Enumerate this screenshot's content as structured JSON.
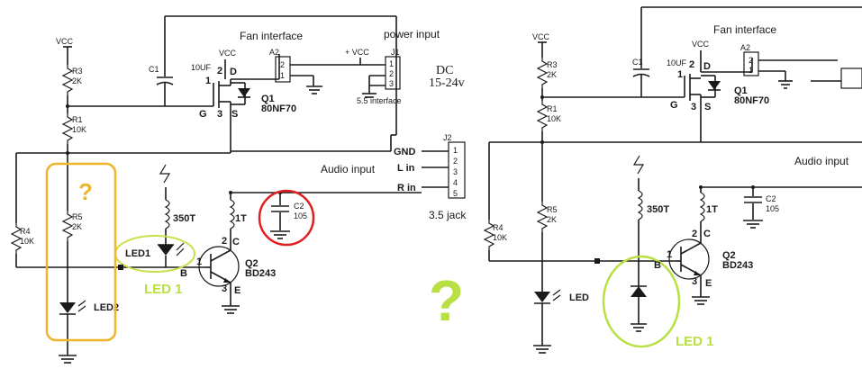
{
  "left": {
    "vcc1": "VCC",
    "vcc2": "VCC",
    "vcc3": "+ VCC",
    "r3_name": "R3",
    "r3_val": "2K",
    "r1_name": "R1",
    "r1_val": "10K",
    "r4_name": "R4",
    "r4_val": "10K",
    "r5_name": "R5",
    "r5_val": "2K",
    "c1_name": "C1",
    "c1_val": "10UF",
    "q1_name": "Q1",
    "q1_part": "80NF70",
    "pin_g": "G",
    "pin_d": "D",
    "pin_s": "S",
    "pin_1": "1",
    "pin_2": "2",
    "pin_3": "3",
    "fan_title": "Fan interface",
    "power_title": "power input",
    "a2": "A2",
    "j1": "J1",
    "j2": "J2",
    "a2_p1": "2",
    "a2_p2": "1",
    "j1_p1": "1",
    "j1_p2": "2",
    "j1_p3": "3",
    "j1_sub": "5.5 interface",
    "dc": "DC",
    "dc_range": "15-24v",
    "audio": "Audio input",
    "gnd": "GND",
    "lin": "L in",
    "rin": "R in",
    "j2_p1": "1",
    "j2_p2": "2",
    "j2_p3": "3",
    "j2_p4": "4",
    "j2_p5": "5",
    "jack": "3.5 jack",
    "c2_name": "C2",
    "c2_val": "105",
    "l350": "350T",
    "l1t": "1T",
    "led1": "LED1",
    "led2": "LED2",
    "q2_name": "Q2",
    "q2_part": "BD243",
    "b": "B",
    "c": "C",
    "e": "E",
    "led1_note": "LED 1",
    "q_orange": "?"
  },
  "right": {
    "vcc1": "VCC",
    "vcc2": "VCC",
    "r3_name": "R3",
    "r3_val": "2K",
    "r1_name": "R1",
    "r1_val": "10K",
    "r4_name": "R4",
    "r4_val": "10K",
    "r5_name": "R5",
    "r5_val": "2K",
    "c1_name": "C1",
    "c1_val": "10UF",
    "q1_name": "Q1",
    "q1_part": "80NF70",
    "pin_g": "G",
    "pin_d": "D",
    "pin_s": "S",
    "pin_1": "1",
    "pin_2": "2",
    "pin_3": "3",
    "fan_title": "Fan interface",
    "a2": "A2",
    "a2_p1": "2",
    "a2_p2": "1",
    "audio": "Audio input",
    "c2_name": "C2",
    "c2_val": "105",
    "l350": "350T",
    "l1t": "1T",
    "led": "LED",
    "q2_name": "Q2",
    "q2_part": "BD243",
    "b": "B",
    "c": "C",
    "e": "E",
    "led1_note": "LED 1"
  },
  "center_question": "?",
  "colors": {
    "orange": "#f0b429",
    "red": "#e02020",
    "green": "#b9e043",
    "yellow_green": "#c8e04a"
  }
}
